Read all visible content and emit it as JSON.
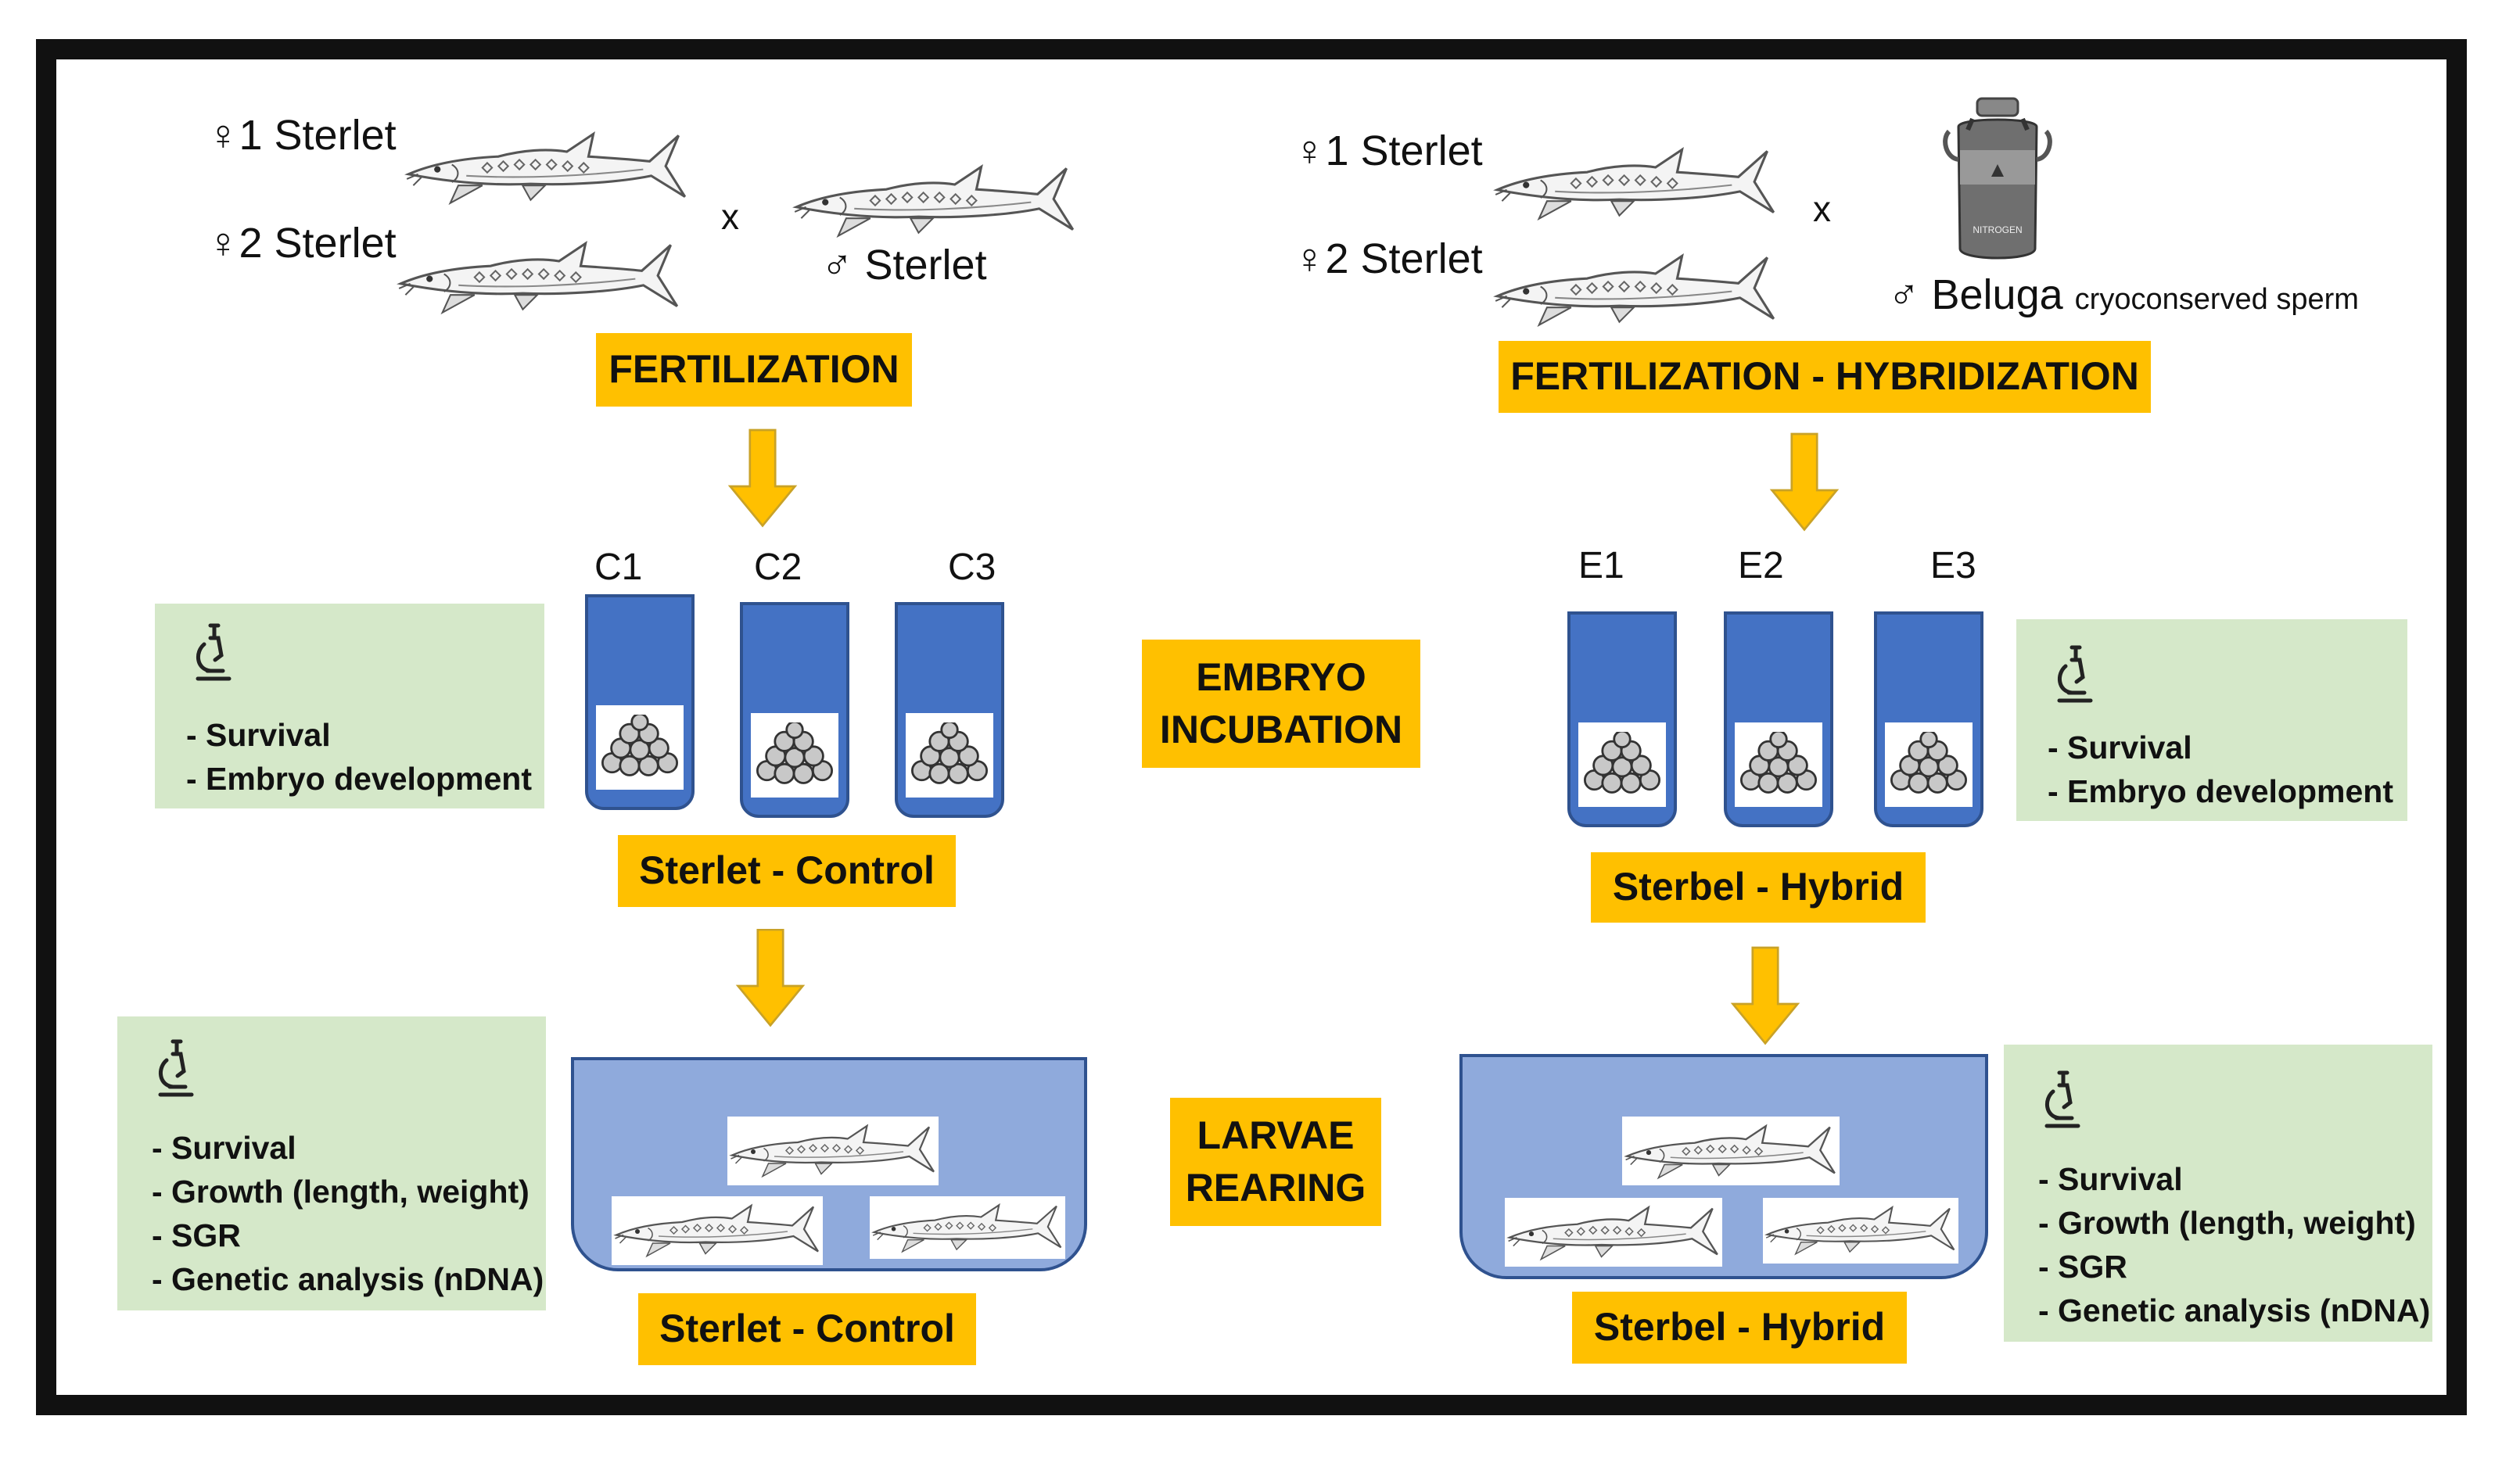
{
  "left": {
    "female1": "♀1 Sterlet",
    "female2": "♀2 Sterlet",
    "cross": "x",
    "male": "♂ Sterlet",
    "fertilization": "FERTILIZATION",
    "containers": [
      "C1",
      "C2",
      "C3"
    ],
    "incubation_group": "Sterlet - Control",
    "rearing_group": "Sterlet - Control",
    "incubation_metrics": [
      "- Survival",
      "- Embryo development"
    ],
    "rearing_metrics": [
      "- Survival",
      "- Growth (length, weight)",
      "- SGR",
      "- Genetic analysis (nDNA)"
    ]
  },
  "right": {
    "female1": "♀1 Sterlet",
    "female2": "♀2 Sterlet",
    "cross": "x",
    "male": "♂ Beluga",
    "male_note": "cryoconserved sperm",
    "tank_label": "NITROGEN",
    "fertilization": "FERTILIZATION - HYBRIDIZATION",
    "containers": [
      "E1",
      "E2",
      "E3"
    ],
    "incubation_group": "Sterbel - Hybrid",
    "rearing_group": "Sterbel - Hybrid",
    "incubation_metrics": [
      "- Survival",
      "- Embryo development"
    ],
    "rearing_metrics": [
      "- Survival",
      "- Growth (length, weight)",
      "- SGR",
      "- Genetic analysis (nDNA)"
    ]
  },
  "stages": {
    "incubation": [
      "EMBRYO",
      "INCUBATION"
    ],
    "rearing": [
      "LARVAE",
      "REARING"
    ]
  },
  "colors": {
    "stage_box": "#FFC000",
    "measure_box": "#D5E8C9",
    "container": "#4472C4",
    "tank": "#8FAADC",
    "frame": "#111111"
  },
  "icons": {
    "measurement": "microscope-icon",
    "fish": "sturgeon-icon",
    "arrow": "arrow-down-icon",
    "eggs": "egg-cluster-icon",
    "dewar": "nitrogen-dewar-icon"
  }
}
